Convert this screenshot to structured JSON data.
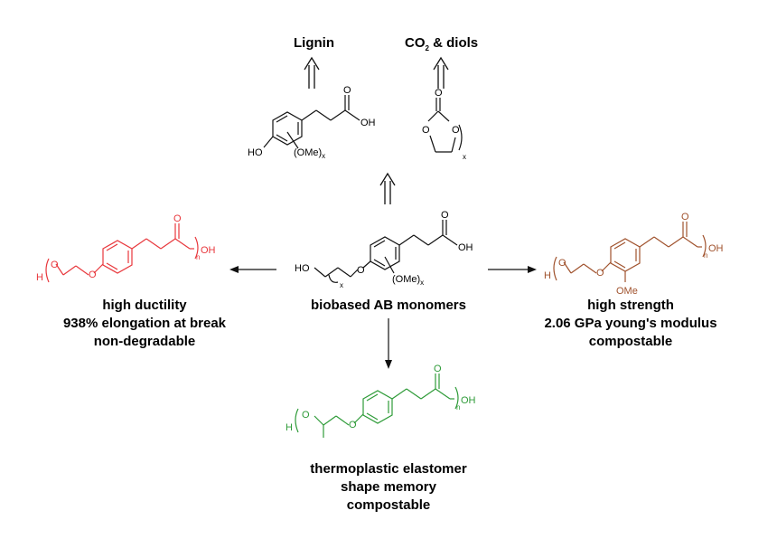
{
  "colors": {
    "black": "#111111",
    "red": "#e8373c",
    "brown": "#a0522d",
    "green": "#2e9b38"
  },
  "sources": {
    "lignin": "Lignin",
    "co2_main": "CO",
    "co2_sub": "2",
    "co2_rest": " & diols"
  },
  "center": {
    "label": "biobased AB monomers"
  },
  "left": {
    "line1": "high ductility",
    "line2": "938% elongation at break",
    "line3": "non-degradable"
  },
  "right": {
    "line1": "high strength",
    "line2": "2.06 GPa young's modulus",
    "line3": "compostable"
  },
  "bottom": {
    "line1": "thermoplastic elastomer",
    "line2": "shape memory",
    "line3": "compostable"
  },
  "atoms": {
    "oh": "OH",
    "ho": "HO",
    "o": "O",
    "h": "H",
    "ome": "OMe",
    "ome_group": "(OMe)",
    "x": "x",
    "n": "n"
  }
}
